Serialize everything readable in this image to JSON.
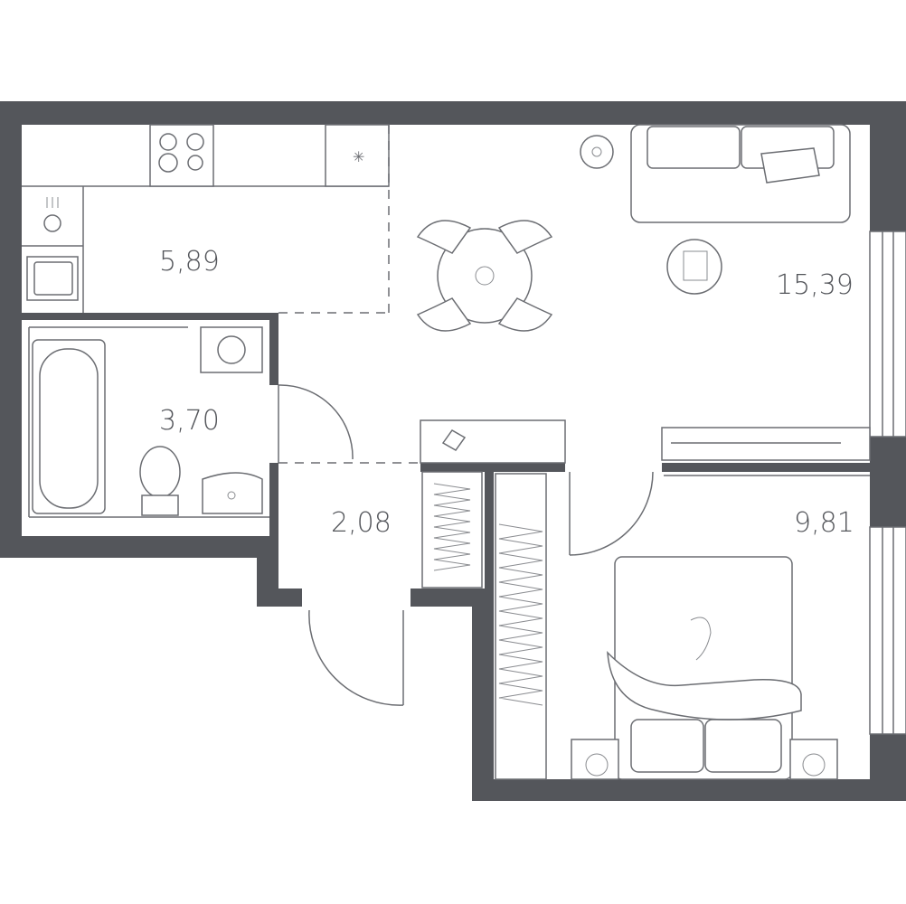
{
  "rooms": {
    "kitchen": {
      "area": "5,89"
    },
    "living": {
      "area": "15,39"
    },
    "bathroom": {
      "area": "3,70"
    },
    "hallway": {
      "area": "2,08"
    },
    "bedroom": {
      "area": "9,81"
    }
  },
  "colors": {
    "wall": "#54565b",
    "line": "#6b6d72",
    "background": "#ffffff"
  }
}
